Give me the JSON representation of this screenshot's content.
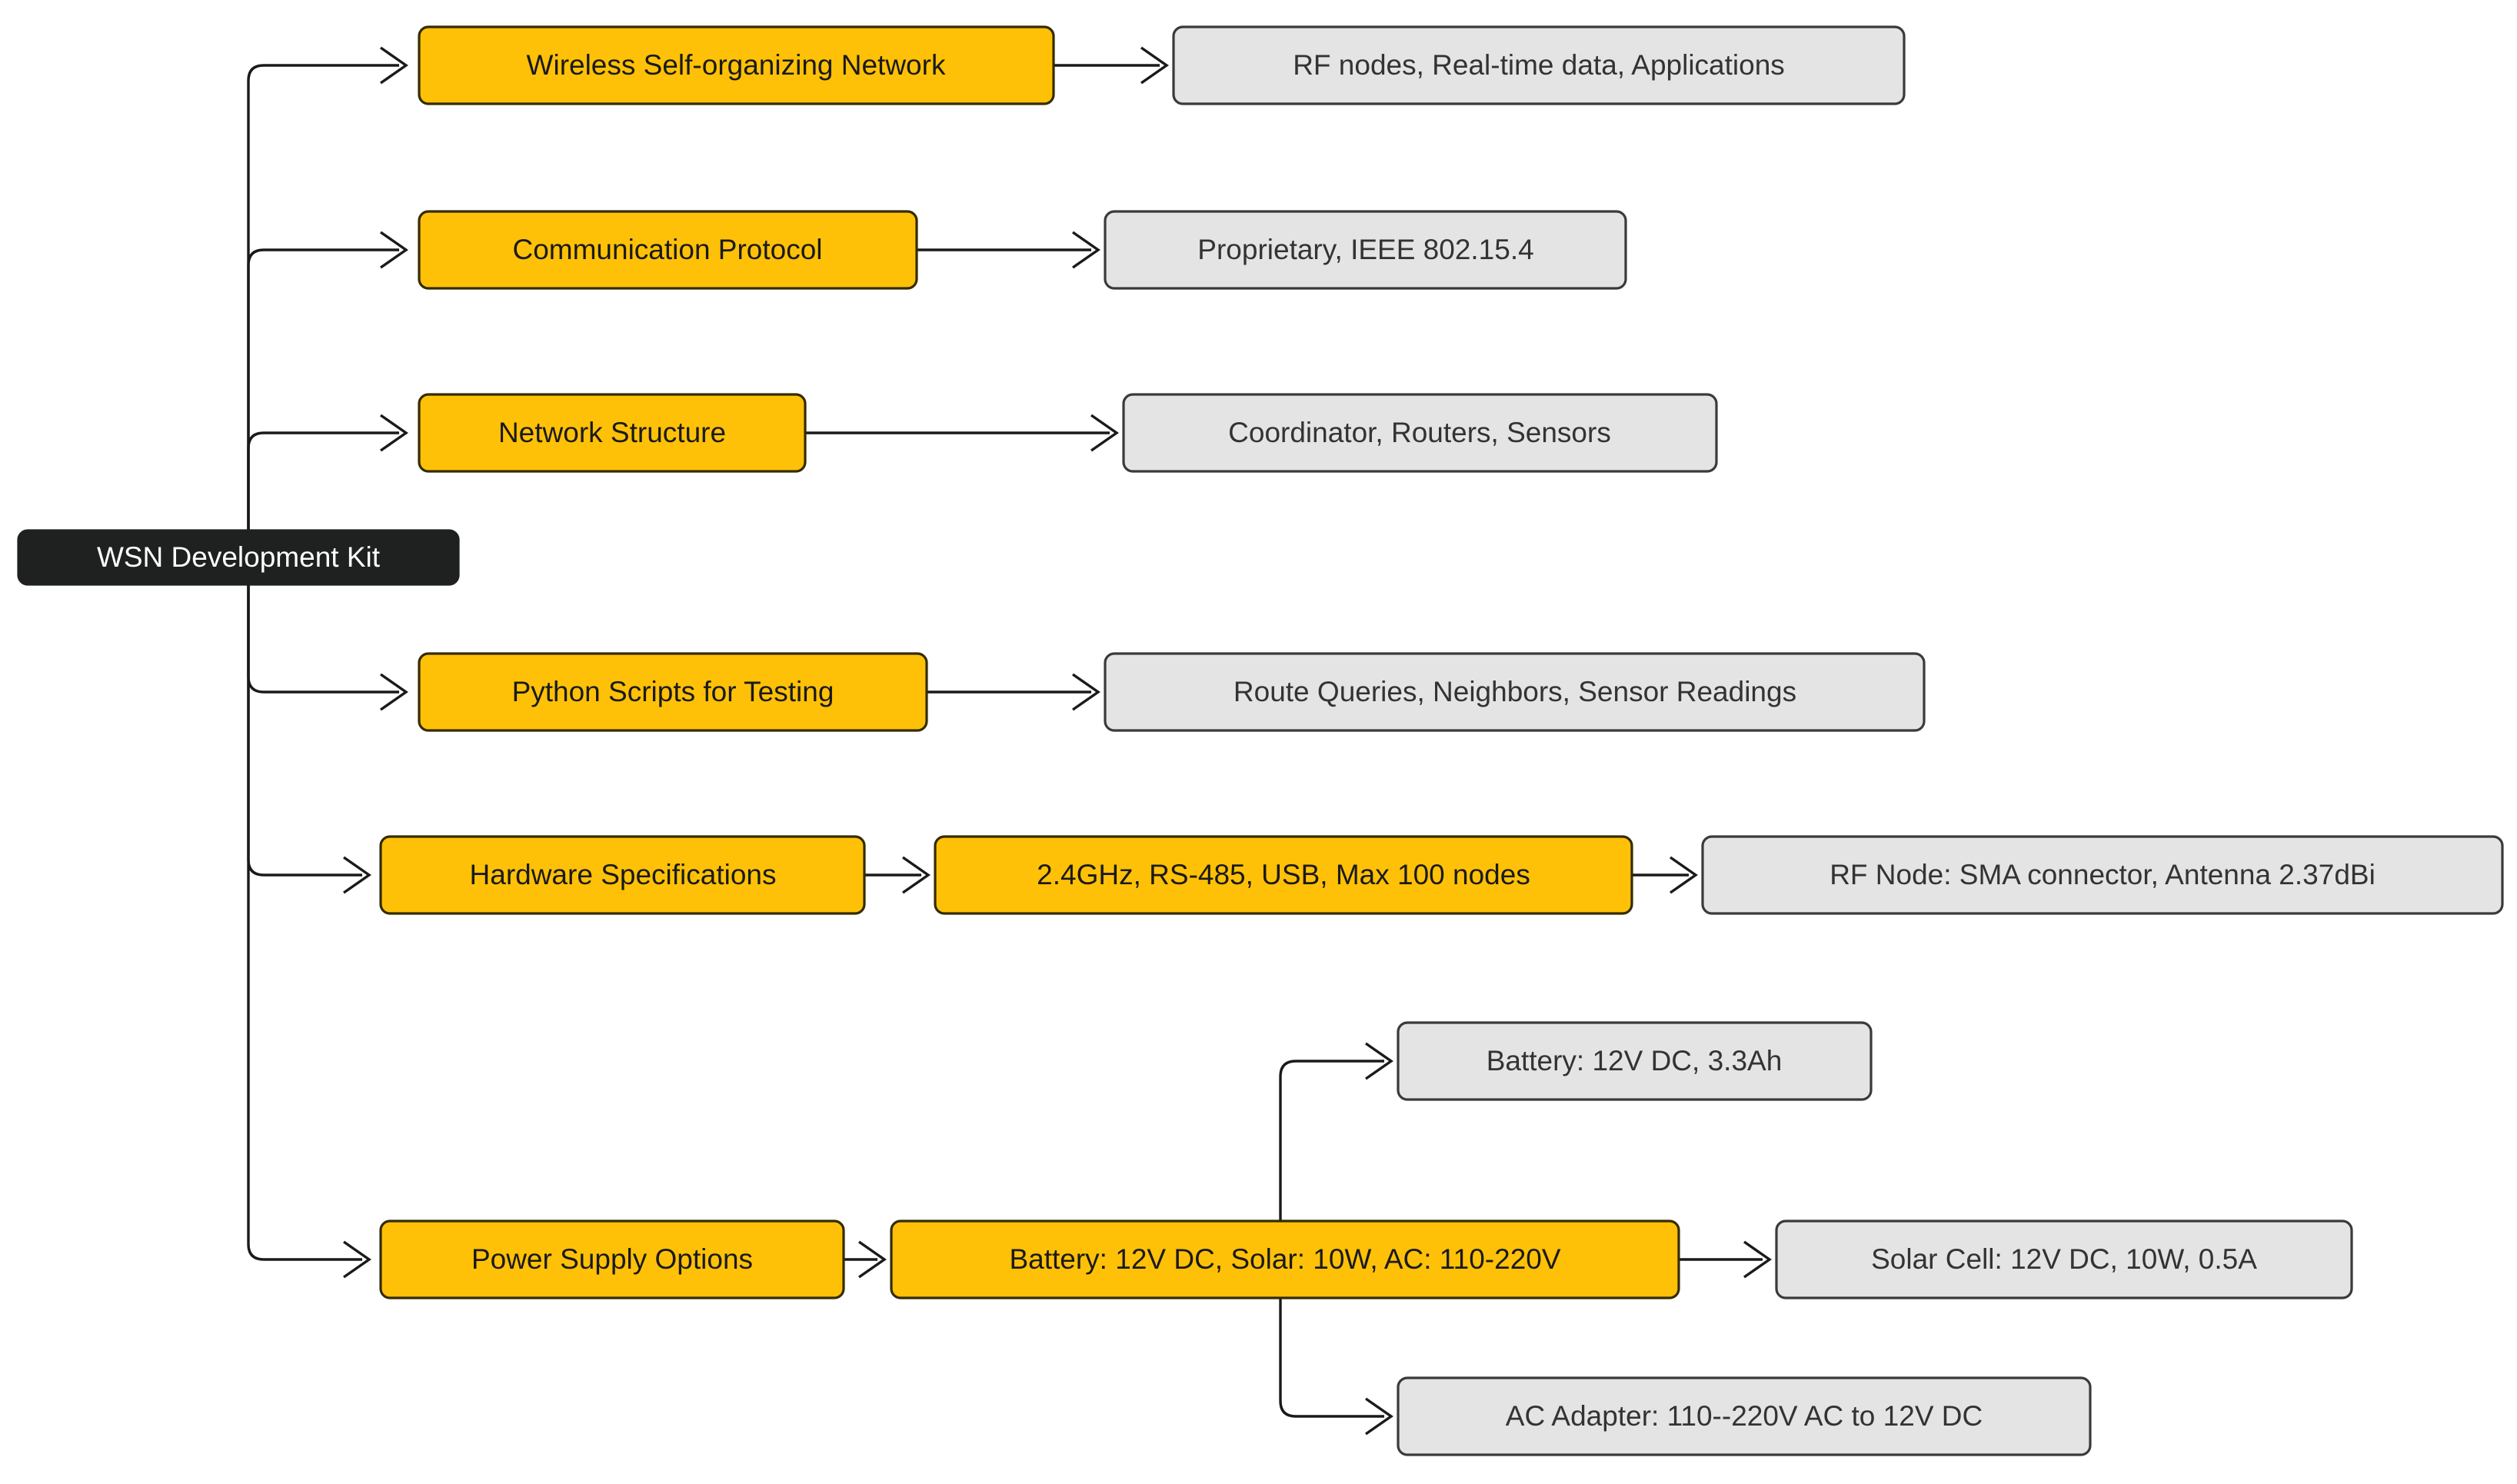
{
  "diagram": {
    "type": "flowchart",
    "orientation": "left-to-right",
    "title_node": "WSN Development Kit",
    "colors": {
      "root_fill": "#1f2020",
      "root_text": "#ffffff",
      "primary_fill": "#ffc107",
      "primary_stroke": "#332b00",
      "secondary_fill": "#e4e4e4",
      "secondary_stroke": "#3a3a3a",
      "edge": "#1a1a1a",
      "background": "#ffffff"
    },
    "nodes": {
      "root": {
        "label": "WSN Development Kit",
        "kind": "root"
      },
      "wsn": {
        "label": "Wireless Self-organizing Network",
        "kind": "primary"
      },
      "wsn_detail": {
        "label": "RF nodes, Real-time data, Applications",
        "kind": "secondary"
      },
      "protocol": {
        "label": "Communication Protocol",
        "kind": "primary"
      },
      "protocol_detail": {
        "label": "Proprietary, IEEE 802.15.4",
        "kind": "secondary"
      },
      "structure": {
        "label": "Network Structure",
        "kind": "primary"
      },
      "structure_detail": {
        "label": "Coordinator, Routers, Sensors",
        "kind": "secondary"
      },
      "python": {
        "label": "Python Scripts for Testing",
        "kind": "primary"
      },
      "python_detail": {
        "label": "Route Queries, Neighbors, Sensor Readings",
        "kind": "secondary"
      },
      "hardware": {
        "label": "Hardware Specifications",
        "kind": "primary"
      },
      "hardware_spec": {
        "label": "2.4GHz, RS-485, USB, Max 100 nodes",
        "kind": "primary"
      },
      "hardware_rf": {
        "label": "RF Node: SMA connector, Antenna 2.37dBi",
        "kind": "secondary"
      },
      "power": {
        "label": "Power Supply Options",
        "kind": "primary"
      },
      "power_spec": {
        "label": "Battery: 12V DC, Solar: 10W, AC: 110-220V",
        "kind": "primary"
      },
      "power_battery": {
        "label": "Battery: 12V DC, 3.3Ah",
        "kind": "secondary"
      },
      "power_solar": {
        "label": "Solar Cell: 12V DC, 10W, 0.5A",
        "kind": "secondary"
      },
      "power_ac": {
        "label": "AC Adapter: 110--220V AC to 12V DC",
        "kind": "secondary"
      }
    },
    "edges": [
      {
        "from": "root",
        "to": "wsn"
      },
      {
        "from": "wsn",
        "to": "wsn_detail"
      },
      {
        "from": "root",
        "to": "protocol"
      },
      {
        "from": "protocol",
        "to": "protocol_detail"
      },
      {
        "from": "root",
        "to": "structure"
      },
      {
        "from": "structure",
        "to": "structure_detail"
      },
      {
        "from": "root",
        "to": "python"
      },
      {
        "from": "python",
        "to": "python_detail"
      },
      {
        "from": "root",
        "to": "hardware"
      },
      {
        "from": "hardware",
        "to": "hardware_spec"
      },
      {
        "from": "hardware_spec",
        "to": "hardware_rf"
      },
      {
        "from": "root",
        "to": "power"
      },
      {
        "from": "power",
        "to": "power_spec"
      },
      {
        "from": "power_spec",
        "to": "power_battery"
      },
      {
        "from": "power_spec",
        "to": "power_solar"
      },
      {
        "from": "power_spec",
        "to": "power_ac"
      }
    ]
  }
}
